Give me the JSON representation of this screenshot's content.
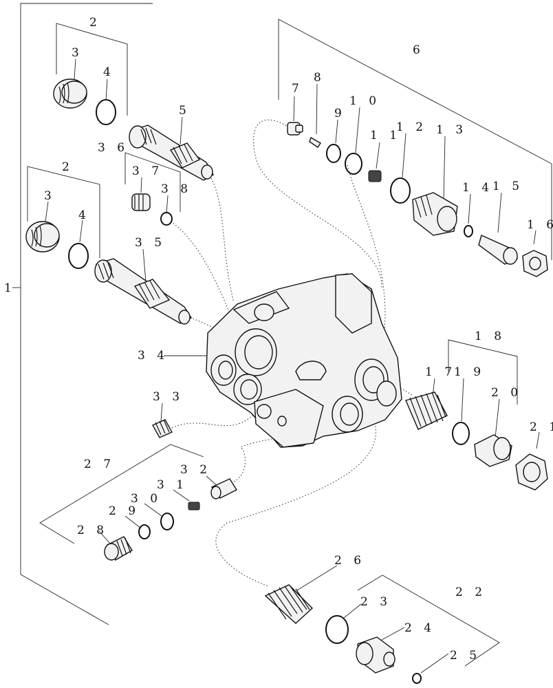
{
  "callouts": {
    "c1": "1",
    "c2a": "2",
    "c3a": "3",
    "c4a": "4",
    "c5": "5",
    "c36": "3 6",
    "c37": "3 7",
    "c38": "3 8",
    "c2b": "2",
    "c3b": "3",
    "c4b": "4",
    "c35": "3 5",
    "c6": "6",
    "c7": "7",
    "c8": "8",
    "c9": "9",
    "c10": "1 0",
    "c11": "1 1",
    "c12": "1 2",
    "c13": "1 3",
    "c14": "1 4",
    "c15": "1 5",
    "c16": "1 6",
    "c34": "3 4",
    "c18": "1 8",
    "c17": "1 7",
    "c19": "1 9",
    "c20": "2 0",
    "c21": "2 1",
    "c33": "3 3",
    "c27": "2 7",
    "c32": "3 2",
    "c31": "3 1",
    "c30": "3 0",
    "c29": "2 9",
    "c28": "2 8",
    "c26": "2 6",
    "c22": "2 2",
    "c23": "2 3",
    "c24": "2 4",
    "c25": "2 5"
  }
}
